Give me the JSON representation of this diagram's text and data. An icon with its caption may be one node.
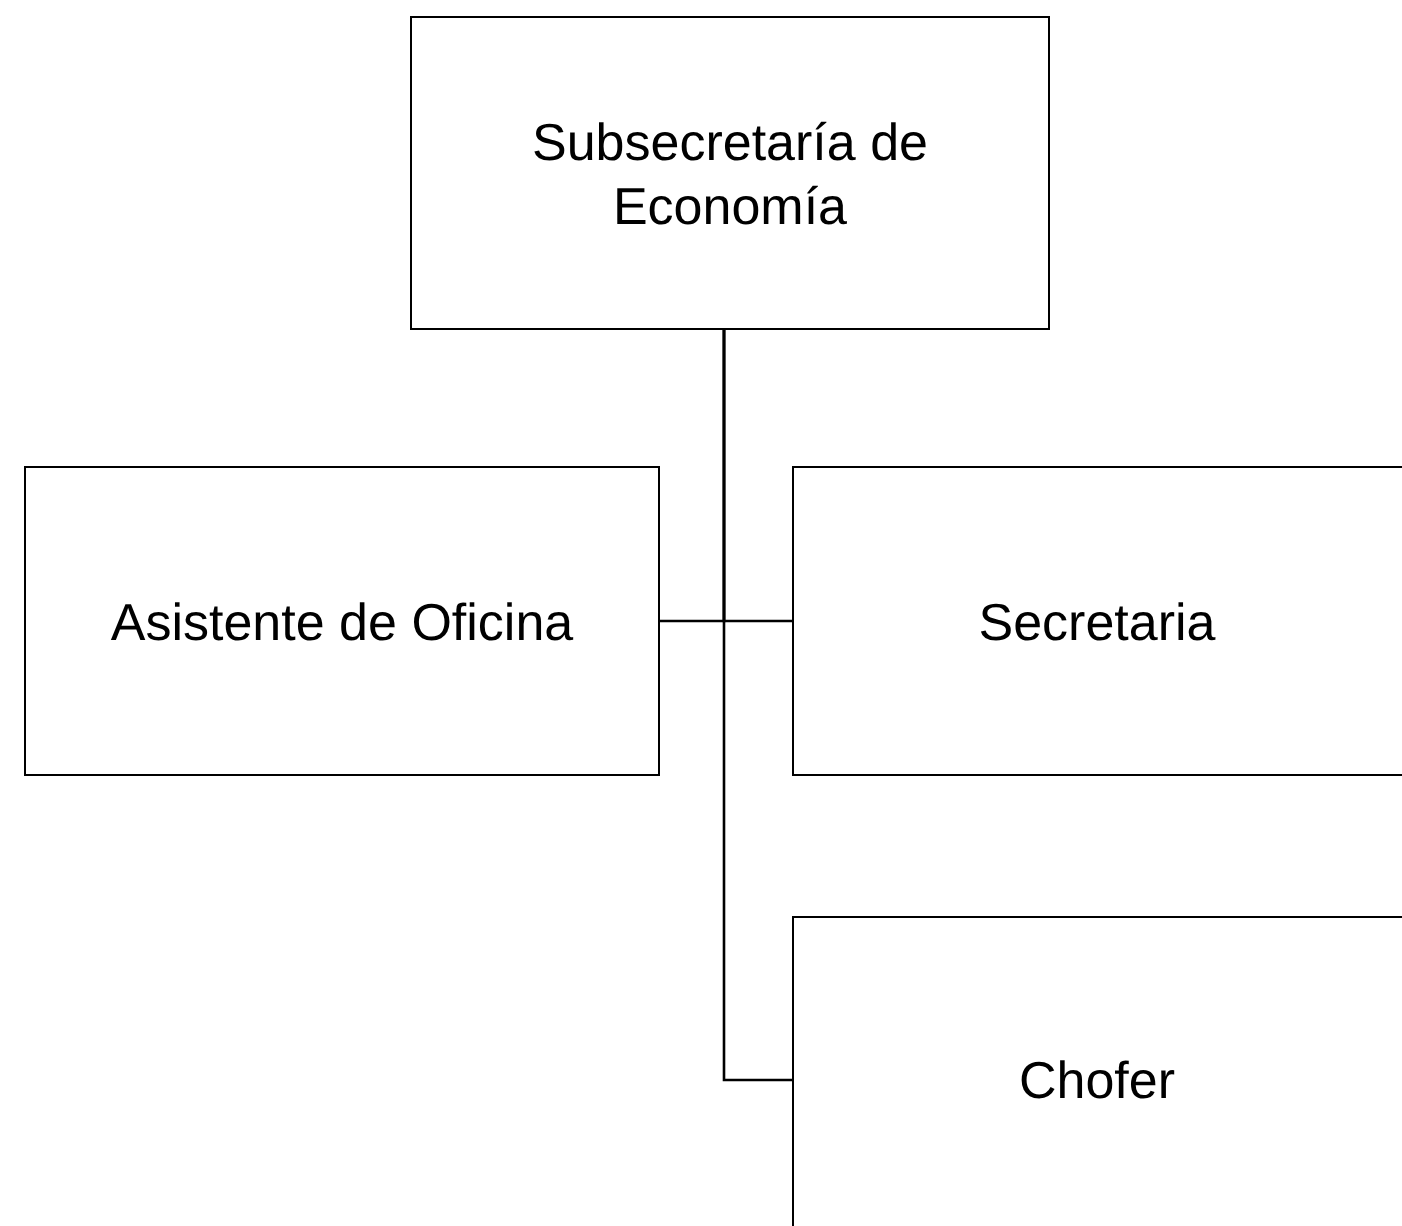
{
  "diagram": {
    "nodes": [
      {
        "text": [
          "Subsecretaría de Economía"
        ]
      },
      {
        "text": [
          "Asistente de Oficina"
        ]
      },
      {
        "text": [
          "Secretaria"
        ]
      },
      {
        "text": [
          "Chofer"
        ]
      }
    ],
    "edges": [
      {
        "from": 0,
        "to": 1,
        "arrow": "none"
      },
      {
        "from": 0,
        "to": 2,
        "arrow": "none"
      },
      {
        "from": 0,
        "to": 3,
        "arrow": "none"
      }
    ]
  }
}
